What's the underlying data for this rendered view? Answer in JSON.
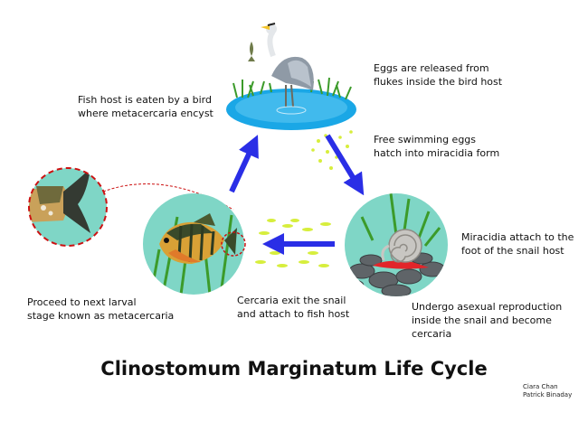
{
  "title": "Clinostomum Marginatum Life Cycle",
  "credits": "Ciara Chan\nPatrick Binaday",
  "steps": {
    "bird_eats_fish": "Fish host is eaten by a bird\nwhere metacercaria encyst",
    "eggs_released": "Eggs are released from\nflukes inside the bird host",
    "eggs_hatch": "Free swimming eggs\nhatch into miracidia form",
    "miracidia_attach": "Miracidia attach to the\nfoot of the snail host",
    "asexual_reproduction": "Undergo asexual reproduction\ninside the snail and become\ncercaria",
    "cercaria_exit": "Cercaria exit the snail\nand attach to fish host",
    "metacercaria": "Proceed to next larval\nstage known as metacercaria"
  },
  "colors": {
    "arrow": "#2a2ee6",
    "circle_bg": "#7fd6c6",
    "pond": "#1aa7e6",
    "grass": "#3c9b2a",
    "larvae": "#d7ee3c",
    "dashed": "#cc1111"
  }
}
